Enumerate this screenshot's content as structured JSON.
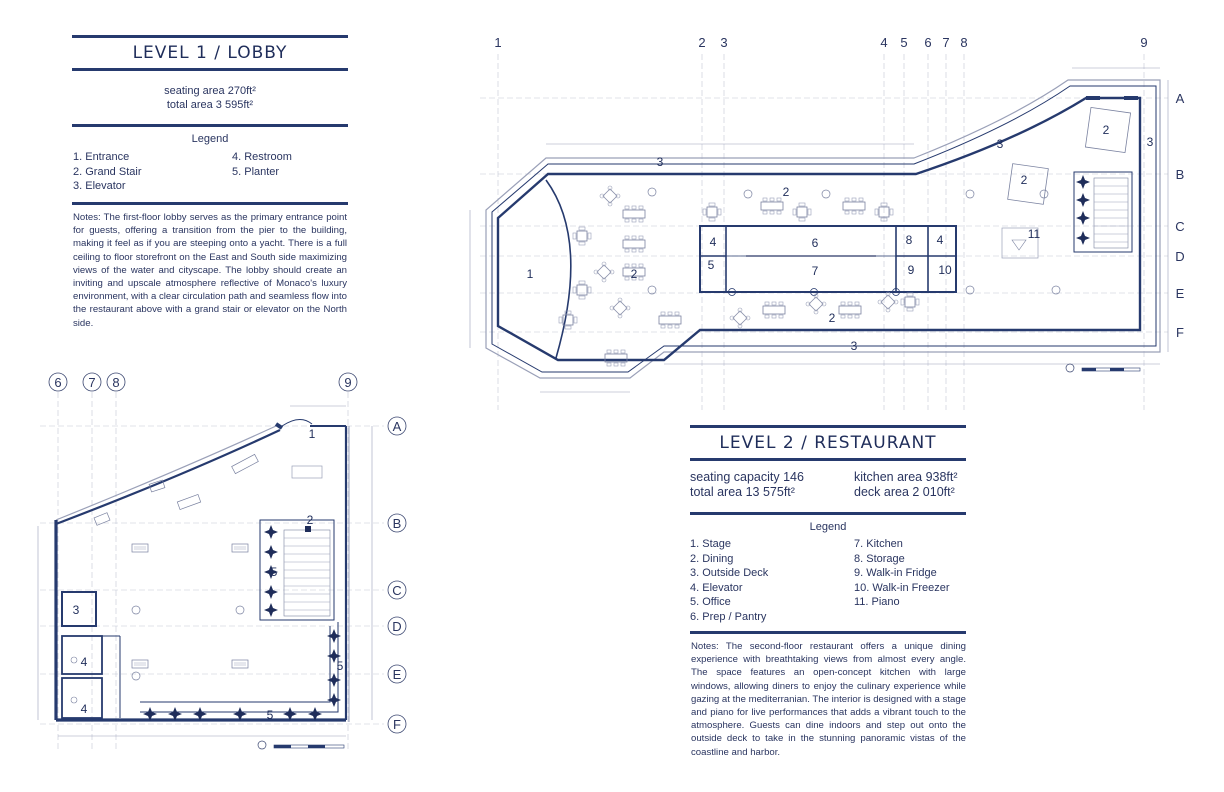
{
  "level1": {
    "title": "LEVEL 1 / LOBBY",
    "stats": [
      "seating area 270ft²",
      "total area  3 595ft²"
    ],
    "legend_title": "Legend",
    "legend_left": [
      "1. Entrance",
      "2. Grand Stair",
      "3. Elevator"
    ],
    "legend_right": [
      "4. Restroom",
      "5. Planter"
    ],
    "notes": "Notes: The first-floor lobby serves as the primary entrance point for guests, offering a transition from the pier to the building, making it feel as if you are steeping onto a yacht. There is a full ceiling to floor storefront on the East and South side maximizing views of the water and cityscape. The lobby should create an inviting and upscale atmosphere reflective of Monaco's luxury environment, with a clear circulation path and seamless flow into the restaurant above with a grand stair or elevator on the North side.",
    "grid_columns": [
      "6",
      "7",
      "8",
      "9"
    ],
    "grid_rows": [
      "A",
      "B",
      "C",
      "D",
      "E",
      "F"
    ],
    "room_labels": [
      "1",
      "2",
      "3",
      "4",
      "4",
      "5",
      "5",
      "5"
    ]
  },
  "level2": {
    "title": "LEVEL 2 / RESTAURANT",
    "stats_left": [
      "seating capacity  146",
      "total area  13 575ft²"
    ],
    "stats_right": [
      "kitchen area 938ft²",
      "deck area 2 010ft²"
    ],
    "legend_title": "Legend",
    "legend_left": [
      "1. Stage",
      "2. Dining",
      "3. Outside Deck",
      "4. Elevator",
      "5. Office",
      "6. Prep / Pantry"
    ],
    "legend_right": [
      "7. Kitchen",
      "8. Storage",
      "9. Walk-in Fridge",
      "10. Walk-in Freezer",
      "11. Piano"
    ],
    "notes": "Notes: The second-floor restaurant offers a unique dining experience with breathtaking views from almost every angle. The space features an open-concept kitchen with large windows, allowing diners to enjoy the culinary experience while gazing at the mediterranian. The interior is designed with a stage and piano for live performances that adds a vibrant touch to the atmosphere. Guests can dine indoors and step out onto the outside deck to take in the stunning panoramic vistas of the coastline and harbor.",
    "grid_columns": [
      "1",
      "2",
      "3",
      "4",
      "5",
      "6",
      "7",
      "8",
      "9"
    ],
    "grid_rows": [
      "A",
      "B",
      "C",
      "D",
      "E",
      "F"
    ],
    "room_labels": [
      "1",
      "2",
      "2",
      "2",
      "2",
      "2",
      "3",
      "3",
      "3",
      "3",
      "4",
      "4",
      "5",
      "6",
      "7",
      "8",
      "9",
      "10",
      "11"
    ]
  }
}
